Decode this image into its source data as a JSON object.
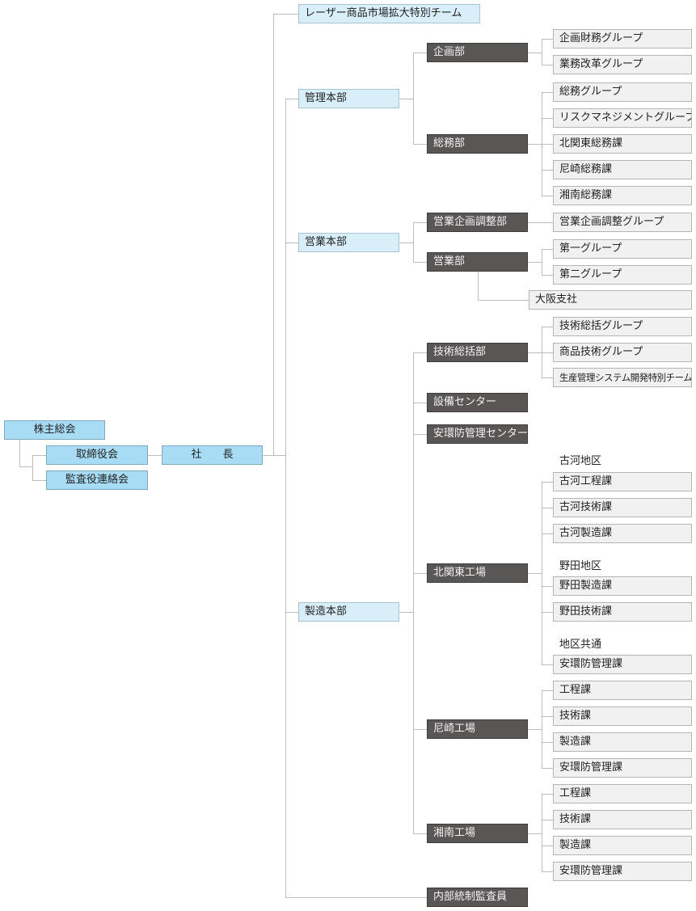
{
  "title": "組織図",
  "top": {
    "shareholders": "株主総会",
    "board": "取締役会",
    "auditors": "監査役連絡会",
    "president": "社　　長"
  },
  "special_team": "レーザー商品市場拡大特別チーム",
  "divisions": {
    "admin": {
      "label": "管理本部",
      "depts": [
        {
          "label": "企画部",
          "groups": [
            "企画財務グループ",
            "業務改革グループ"
          ]
        },
        {
          "label": "総務部",
          "groups": [
            "総務グループ",
            "リスクマネジメントグループ",
            "北関東総務課",
            "尼崎総務課",
            "湘南総務課"
          ]
        }
      ]
    },
    "sales": {
      "label": "営業本部",
      "depts": [
        {
          "label": "営業企画調整部",
          "groups": [
            "営業企画調整グループ"
          ]
        },
        {
          "label": "営業部",
          "groups": [
            "第一グループ",
            "第二グループ"
          ],
          "branch": "大阪支社"
        }
      ]
    },
    "manufacturing": {
      "label": "製造本部",
      "depts": [
        {
          "label": "技術総括部",
          "groups": [
            "技術総括グループ",
            "商品技術グループ",
            "生産管理システム開発特別チーム"
          ]
        },
        {
          "label": "設備センター"
        },
        {
          "label": "安環防管理センター"
        },
        {
          "label": "北関東工場",
          "areas": [
            {
              "label": "古河地区",
              "groups": [
                "古河工程課",
                "古河技術課",
                "古河製造課"
              ]
            },
            {
              "label": "野田地区",
              "groups": [
                "野田製造課",
                "野田技術課"
              ]
            },
            {
              "label": "地区共通",
              "groups": [
                "安環防管理課"
              ]
            }
          ]
        },
        {
          "label": "尼崎工場",
          "groups": [
            "工程課",
            "技術課",
            "製造課",
            "安環防管理課"
          ]
        },
        {
          "label": "湘南工場",
          "groups": [
            "工程課",
            "技術課",
            "製造課",
            "安環防管理課"
          ]
        }
      ]
    }
  },
  "internal_auditor": "内部統制監査員"
}
